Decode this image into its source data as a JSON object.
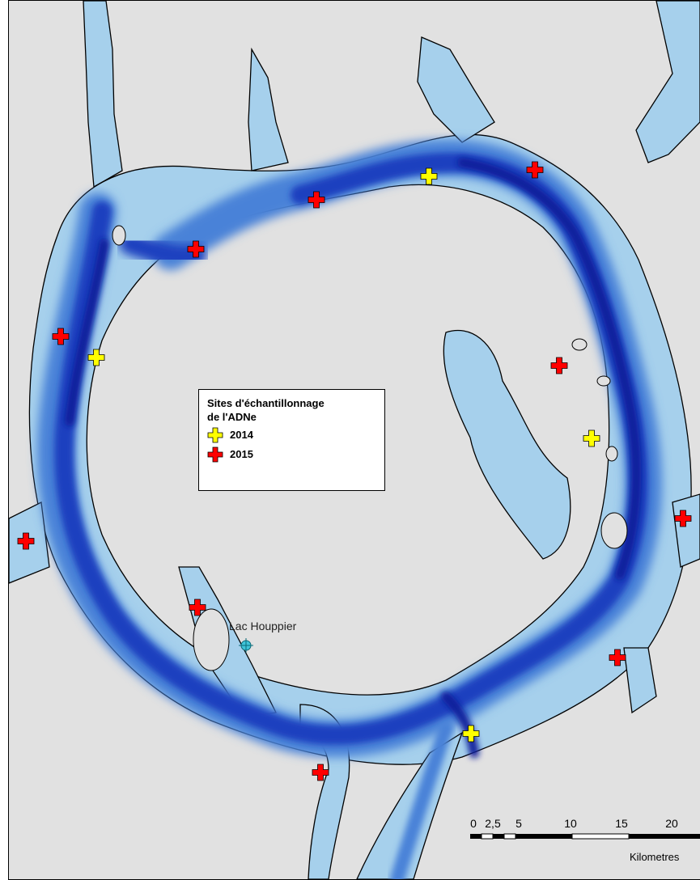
{
  "legend": {
    "title_line1": "Sites d'échantillonnage",
    "title_line2": "de l'ADNe",
    "items": [
      {
        "label": "2014",
        "color": "#ffff00"
      },
      {
        "label": "2015",
        "color": "#ff0000"
      }
    ]
  },
  "place_label": "Lac Houppier",
  "scale_bar": {
    "ticks": [
      "0",
      "2,5",
      "5",
      "10",
      "15",
      "20"
    ],
    "units": "Kilometres"
  },
  "colors": {
    "land": "#e1e1e1",
    "shallow_water": "#a6d0ec",
    "mid_water": "#4a82d8",
    "deep_water": "#0a1c9a",
    "marker_2014": "#ffff00",
    "marker_2015": "#ff0000"
  },
  "icons": {
    "marker_2014": "yellow-cross-icon",
    "marker_2015": "red-cross-icon",
    "lake_point": "crosshair-circle-icon"
  }
}
